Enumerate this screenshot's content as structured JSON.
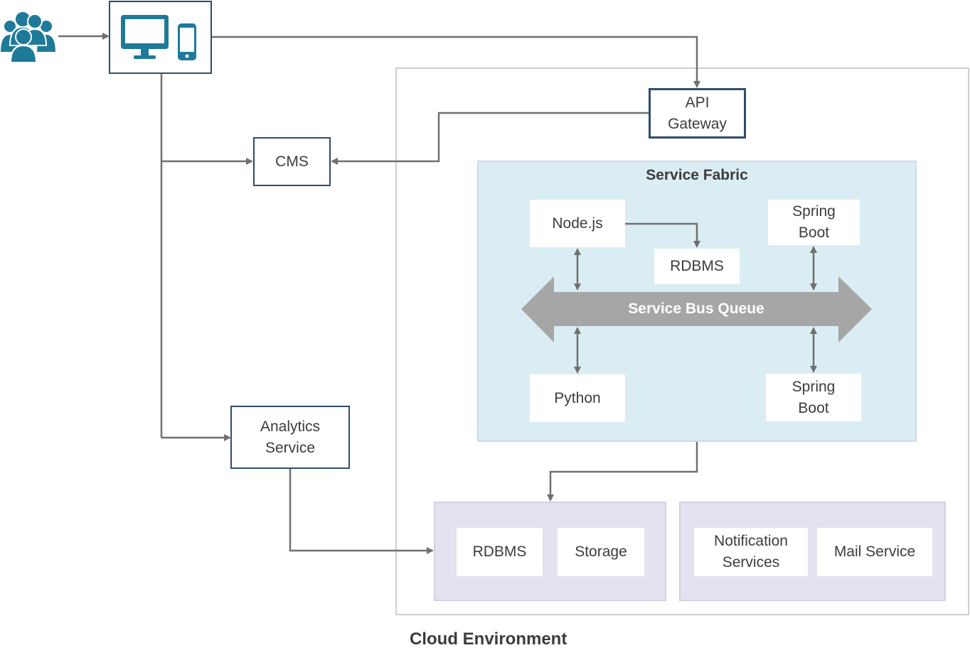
{
  "nodes": {
    "cms": "CMS",
    "api_gateway": "API\nGateway",
    "analytics_service": "Analytics\nService",
    "service_fabric_title": "Service Fabric",
    "nodejs": "Node.js",
    "rdbms_fabric": "RDBMS",
    "spring_boot_top": "Spring\nBoot",
    "service_bus_queue": "Service Bus Queue",
    "python": "Python",
    "spring_boot_bottom": "Spring\nBoot",
    "rdbms_data": "RDBMS",
    "storage": "Storage",
    "notification_services": "Notification\nServices",
    "mail_service": "Mail Service",
    "cloud_environment": "Cloud Environment"
  },
  "icons": {
    "users": "users-group-icon",
    "desktop": "desktop-monitor-icon",
    "mobile": "mobile-phone-icon"
  },
  "colors": {
    "icon_teal": "#1f7a99",
    "box_border": "#2f4d6b",
    "connector": "#707070",
    "fabric_bg": "#daedf3",
    "tray_bg": "#e6e1ee",
    "bus_arrow": "#a6a6a6"
  }
}
